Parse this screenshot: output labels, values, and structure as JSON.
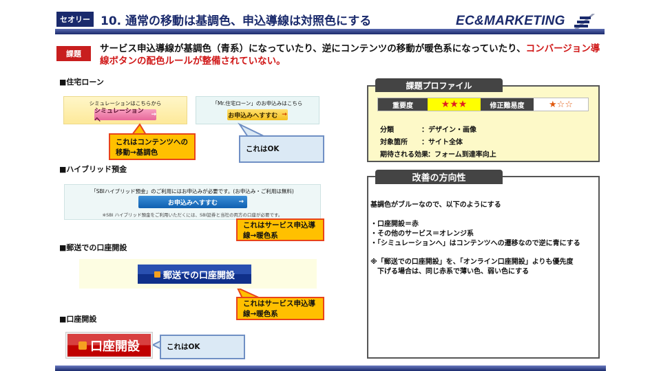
{
  "header": {
    "badge": "セオリー",
    "title": "10. 通常の移動は基調色、申込導線は対照色にする",
    "logo": "EC&MARKETING"
  },
  "issue": {
    "badge": "課題",
    "text_main": "サービス申込導線が基調色（青系）になっていたり、逆にコンテンツの移動が暖色系になっていたり、",
    "text_red": "コンバージョン導線ボタンの配色ルールが整備されていない。"
  },
  "sections": {
    "housing": {
      "heading": "■住宅ローン",
      "sim_caption": "シミュレーションはこちらから",
      "sim_button": "シミュレーションへ",
      "apply_caption": "「Mr.住宅ローン」のお申込みはこちら",
      "apply_button": "お申込みへすすむ",
      "callout_orange": [
        "これはコンテンツへの",
        "移動→基調色"
      ],
      "callout_blue": "これはOK"
    },
    "hybrid": {
      "heading": "■ハイブリッド預金",
      "caption": "「SBIハイブリッド預金」のご利用にはお申込みが必要です。(お申込み・ご利用は無料)",
      "button": "お申込みへすすむ",
      "note": "※SBI ハイブリッド預金をご利用いただくには、SBI証券と当社の両方の口座が必要です。",
      "callout": [
        "これはサービス申込導",
        "線→暖色系"
      ]
    },
    "mail": {
      "heading": "■郵送での口座開設",
      "button": "郵送での口座開設",
      "callout": [
        "これはサービス申込導",
        "線→暖色系"
      ]
    },
    "open": {
      "heading": "■口座開設",
      "button": "口座開設",
      "callout": "これはOK"
    }
  },
  "profile": {
    "title": "課題プロファイル",
    "importance_label": "重要度",
    "importance_stars": "★★★",
    "importance_value": 3,
    "difficulty_label": "修正難易度",
    "difficulty_stars": "★☆☆",
    "difficulty_value": 1,
    "rows": [
      {
        "k": "分類",
        "v": "：デザイン・画像"
      },
      {
        "k": "対象箇所",
        "v": "：サイト全体"
      },
      {
        "k": "期待される効果",
        "v": "：フォーム到達率向上"
      }
    ]
  },
  "improve": {
    "title": "改善の方向性",
    "lines": [
      "基調色がブルーなので、以下のようにする",
      "・口座開設＝赤",
      "・その他のサービス＝オレンジ系",
      "・「シミュレーションへ」はコンテンツへの遷移なので逆に青にする",
      "※「郵送での口座開設」を、「オンライン口座開設」よりも優先度",
      "　下げる場合は、同じ赤系で薄い色、弱い色にする"
    ]
  },
  "colors": {
    "navy": "#1a2a6c",
    "red": "#c81e1e",
    "orange": "#ffc000",
    "yellow": "#ffff00"
  }
}
